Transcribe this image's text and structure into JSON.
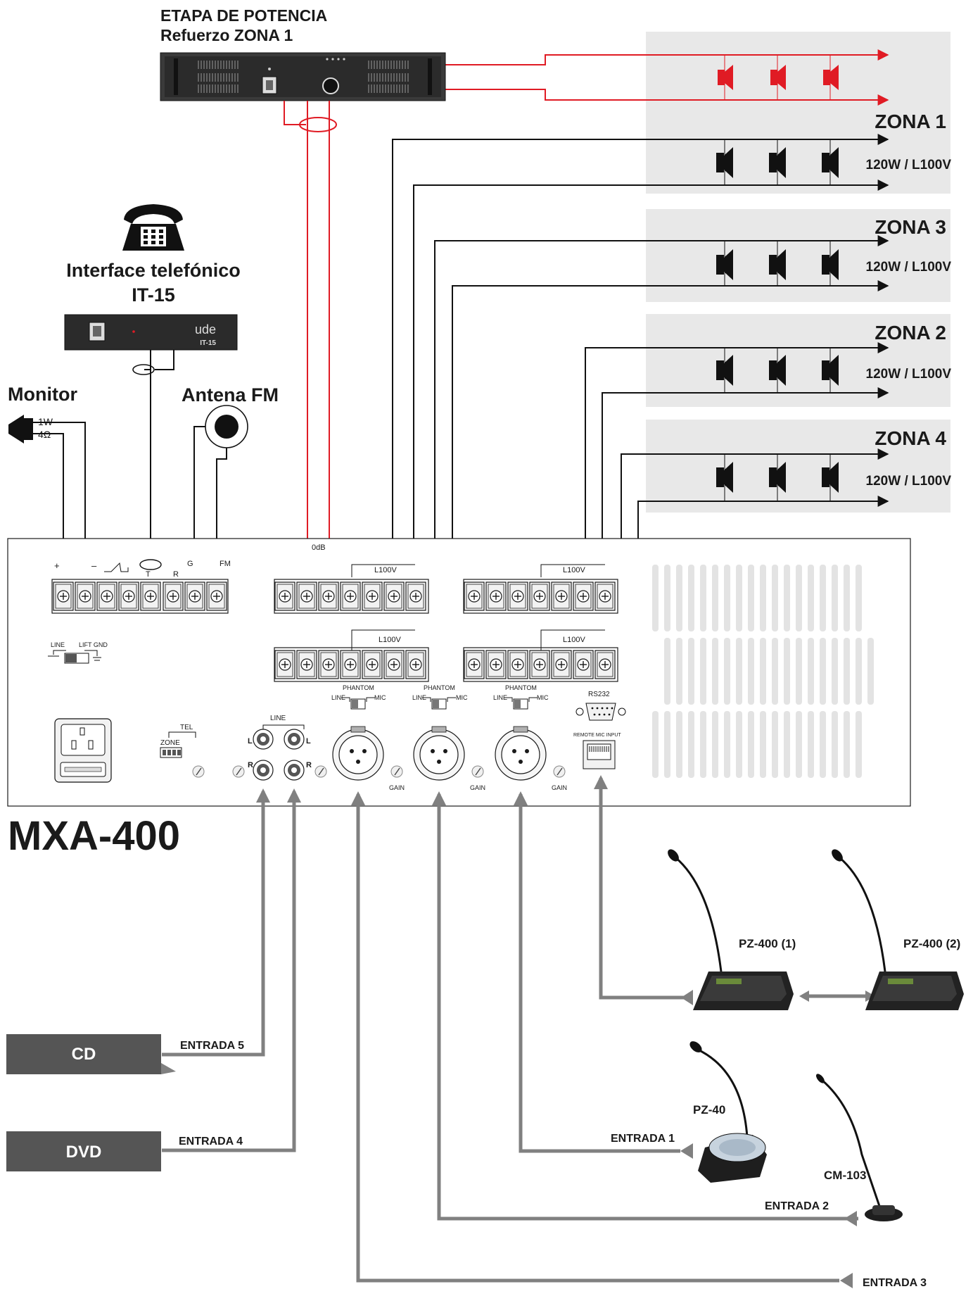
{
  "amplifier_label": {
    "line1": "ETAPA DE POTENCIA",
    "line2": "Refuerzo ZONA 1"
  },
  "telephone": {
    "title_line1": "Interface telefónico",
    "title_line2": "IT-15",
    "brand": "ude",
    "model": "IT-15"
  },
  "monitor": {
    "title": "Monitor",
    "power": "1W",
    "impedance": "4Ω"
  },
  "antenna": {
    "title": "Antena FM"
  },
  "zones": [
    {
      "name": "ZONA 1",
      "spec": "120W / L100V"
    },
    {
      "name": "ZONA 3",
      "spec": "120W / L100V"
    },
    {
      "name": "ZONA 2",
      "spec": "120W / L100V"
    },
    {
      "name": "ZONA 4",
      "spec": "120W / L100V"
    }
  ],
  "mixer": {
    "model": "MXA-400",
    "labels": {
      "plus": "+",
      "minus": "–",
      "t": "T",
      "r": "R",
      "g": "G",
      "fm": "FM",
      "odb": "0dB",
      "l100v": "L100V",
      "line": "LINE",
      "lift_gnd": "LIFT GND",
      "tel": "TEL",
      "zone": "ZONE",
      "left": "L",
      "right": "R",
      "phantom": "PHANTOM",
      "mic": "MIC",
      "gain": "GAIN",
      "rs232": "RS232",
      "remote_mic": "REMOTE MIC INPUT"
    }
  },
  "sources": [
    {
      "name": "CD",
      "input": "ENTRADA 5"
    },
    {
      "name": "DVD",
      "input": "ENTRADA 4"
    }
  ],
  "microphones": [
    {
      "name": "PZ-400 (1)"
    },
    {
      "name": "PZ-400 (2)"
    },
    {
      "name": "PZ-40",
      "input": "ENTRADA 1"
    },
    {
      "name": "CM-103",
      "input": "ENTRADA 2"
    }
  ],
  "entrada3": "ENTRADA 3",
  "colors": {
    "signal_red": "#e01b24",
    "cable_grey": "#808080",
    "source_box": "#555555",
    "zone_bg": "#e8e8e8"
  }
}
